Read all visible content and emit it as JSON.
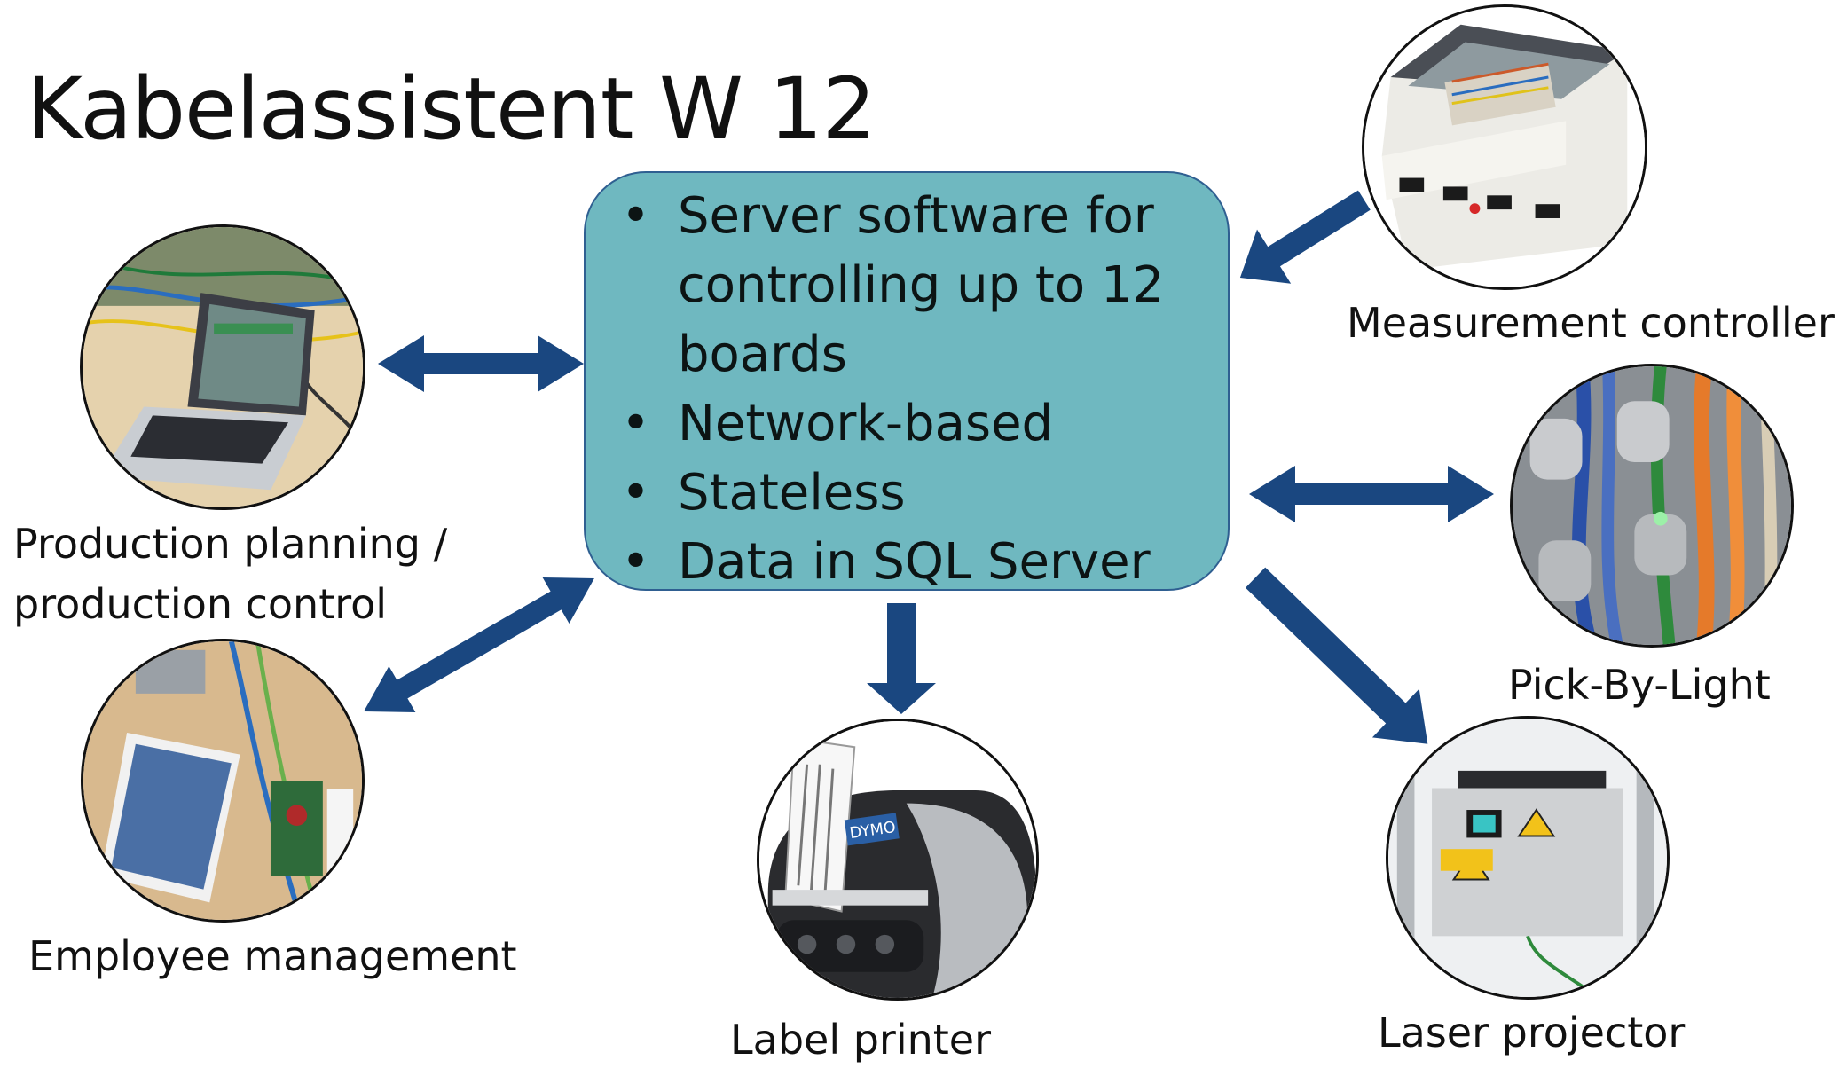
{
  "title": "Kabelassistent W 12",
  "server": {
    "bullets": [
      "Server software for controlling up to 12 boards",
      "Network-based",
      "Stateless",
      "Data in SQL Server"
    ]
  },
  "nodes": {
    "production": {
      "label_line1": "Production planning /",
      "label_line2": "production control",
      "icon": "laptop-photo"
    },
    "employee": {
      "label": "Employee management",
      "icon": "tablet-photo"
    },
    "printer": {
      "label": "Label printer",
      "icon": "label-printer-photo",
      "printer_brand": "DYMO"
    },
    "measurement": {
      "label": "Measurement controller",
      "icon": "controller-box-photo"
    },
    "pick": {
      "label": "Pick-By-Light",
      "icon": "pick-by-light-photo"
    },
    "laser": {
      "label": "Laser projector",
      "icon": "laser-projector-photo"
    }
  },
  "colors": {
    "server_fill": "#6fb8c0",
    "server_border": "#2f5f91",
    "arrow": "#1a4780"
  }
}
